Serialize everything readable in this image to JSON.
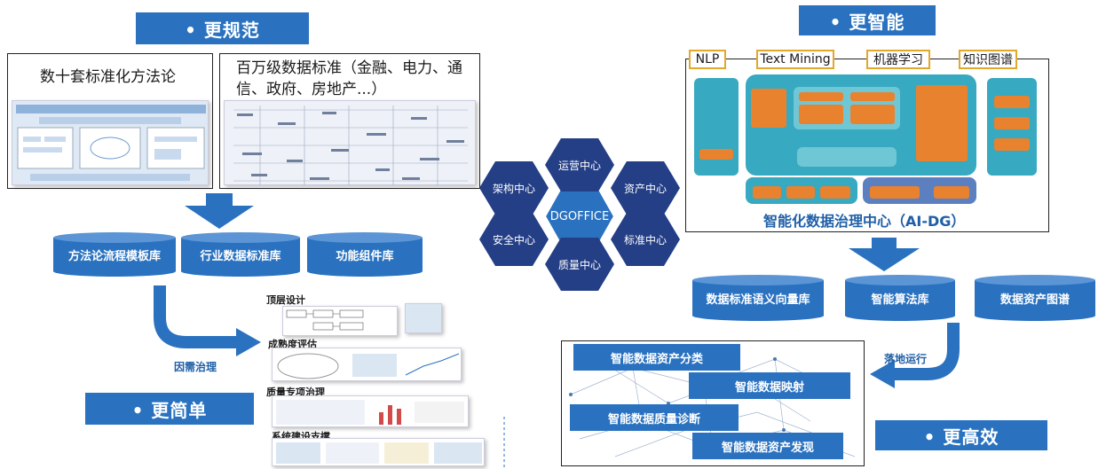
{
  "banners": {
    "top_left": "• 更规范",
    "top_right": "• 更智能",
    "bottom_left": "• 更简单",
    "bottom_right": "• 更高效"
  },
  "left_boxes": {
    "methods": "数十套标准化方法论",
    "standards": "百万级数据标准（金融、电力、通信、政府、房地产...）"
  },
  "left_cylinders": [
    "方法论流程模板库",
    "行业数据标准库",
    "功能组件库"
  ],
  "left_arrow_label": "因需治理",
  "stack_labels": [
    "顶层设计",
    "成熟度评估",
    "质量专项治理",
    "系统建设支撑"
  ],
  "hex": {
    "center": "DGOFFICE",
    "top": "运营中心",
    "top_left": "架构中心",
    "top_right": "资产中心",
    "bottom_left": "安全中心",
    "bottom_right": "标准中心",
    "bottom": "质量中心"
  },
  "ai_tags": [
    "NLP",
    "Text Mining",
    "机器学习",
    "知识图谱"
  ],
  "ai_center_title": "智能化数据治理中心（AI-DG）",
  "right_cylinders": [
    "数据标准语义向量库",
    "智能算法库",
    "数据资产图谱"
  ],
  "right_arrow_label": "落地运行",
  "ribbons": [
    "智能数据资产分类",
    "智能数据映射",
    "智能数据质量诊断",
    "智能数据资产发现"
  ],
  "colors": {
    "brand_blue": "#2a72c0",
    "teal": "#37a9c0",
    "orange": "#e9822f",
    "gold": "#e2a82c"
  }
}
